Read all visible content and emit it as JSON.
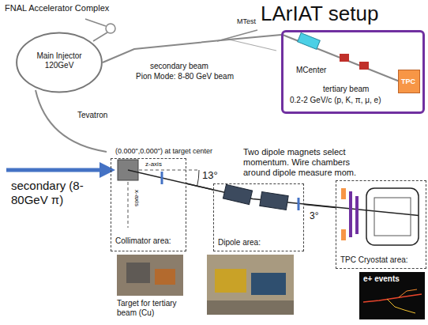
{
  "diagram": {
    "title": "LArIAT setup",
    "nodes": [
      {
        "text": [
          "Main Injector 120GeV"
        ]
      },
      {
        "text": [
          "MCenter",
          "tertiary beam",
          "0.2-2 GeV/c (p, K, π, μ, e)"
        ]
      },
      {
        "text": [
          "TPC"
        ],
        "in": 1
      },
      {
        "text": [
          "Collimator area:"
        ]
      },
      {
        "text": [
          "Dipole area:"
        ]
      },
      {
        "text": [
          "TPC Cryostat area:"
        ]
      },
      {
        "text": [
          "e+ events"
        ]
      }
    ],
    "edges": [
      {
        "from": 0,
        "to": 1,
        "arrow": "none"
      },
      {
        "from": 3,
        "to": 4,
        "arrow": "none"
      },
      {
        "from": 4,
        "to": 5,
        "arrow": "none"
      }
    ],
    "labels": [
      "FNAL Accelerator Complex",
      "MTest",
      "secondary beam",
      "Pion Mode: 8-80 GeV beam",
      "Tevatron",
      "(0.000\",0.000\") at target center",
      "z-axis",
      "x-axis",
      "13°",
      "Two dipole magnets select momentum. Wire chambers around dipole measure mom.",
      "secondary (8-80GeV π)",
      "3°",
      "Target for tertiary beam (Cu)"
    ]
  }
}
